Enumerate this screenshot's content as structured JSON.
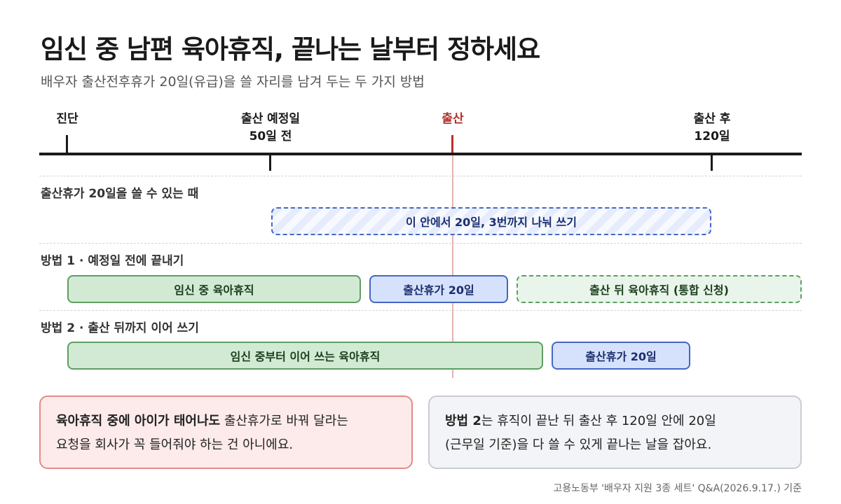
{
  "header": {
    "title": "임신 중 남편 육아휴직, 끝나는 날부터 정하세요",
    "subtitle": "배우자 출산전후휴가 20일(유급)을 쓸 자리를 남겨 두는 두 가지 방법"
  },
  "timeline": {
    "milestones": [
      {
        "line1": "진단",
        "line2": ""
      },
      {
        "line1": "출산 예정일",
        "line2": "50일 전"
      },
      {
        "line1": "출산",
        "line2": ""
      },
      {
        "line1": "출산 후",
        "line2": "120일"
      }
    ],
    "accent_color": "#b3312b"
  },
  "rows": {
    "window": {
      "label": "출산휴가 20일을 쓸 수 있는 때",
      "bar": "이 안에서 20일, 3번까지 나눠 쓰기"
    },
    "method1": {
      "label": "방법 1 · 예정일 전에 끝내기",
      "bars": [
        "임신 중 육아휴직",
        "출산휴가 20일",
        "출산 뒤 육아휴직 (통합 신청)"
      ]
    },
    "method2": {
      "label": "방법 2 · 출산 뒤까지 이어 쓰기",
      "bars": [
        "임신 중부터 이어 쓰는 육아휴직",
        "출산휴가 20일"
      ]
    }
  },
  "notes": {
    "left": {
      "bold": "육아휴직 중에 아이가 태어나도",
      "line1_rest": " 출산휴가로 바꿔 달라는",
      "line2": "요청을 회사가 꼭 들어줘야 하는 건 아니에요."
    },
    "right": {
      "bold": "방법 2",
      "line1_rest": "는 휴직이 끝난 뒤 출산 후 120일 안에 20일",
      "line2": "(근무일 기준)을 다 쓸 수 있게 끝나는 날을 잡아요."
    }
  },
  "source": "고용노동부 '배우자 지원 3종 세트' Q&A(2026.9.17.) 기준"
}
